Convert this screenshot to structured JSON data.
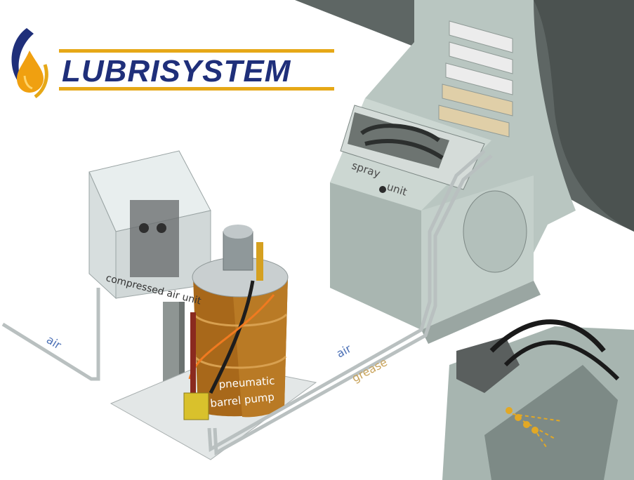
{
  "brand": {
    "name": "LUBRISYSTEM",
    "colors": {
      "navy": "#1f2f7a",
      "gold": "#e6a817",
      "orange": "#f0a010"
    }
  },
  "labels": {
    "compressed_air_unit": "compressed air unit",
    "spray_unit_1": "spray",
    "spray_unit_2": "unit",
    "air_left": "air",
    "air_right": "air",
    "grease": "grease",
    "pump_line1": "pneumatic",
    "pump_line2": "barrel pump"
  },
  "colors": {
    "machine": "#b5c2bd",
    "machine_dark": "#8d9b96",
    "drum": "#b4741c",
    "air_text": "#4a6fb5",
    "grease_text": "#c9a35a",
    "hose_orange": "#f07a20"
  }
}
